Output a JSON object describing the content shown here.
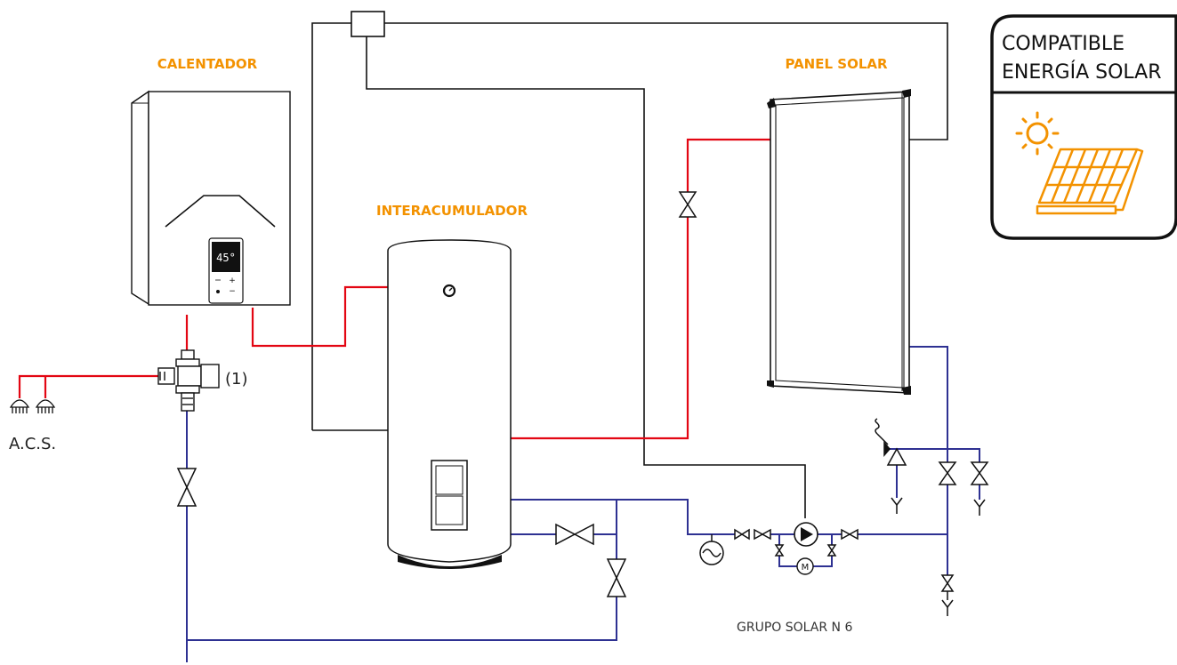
{
  "labels": {
    "calentador": "CALENTADOR",
    "interacumulador": "INTERACUMULADOR",
    "panel_solar": "PANEL SOLAR",
    "acs": "A.C.S.",
    "ref_1": "(1)",
    "grupo_solar": "GRUPO SOLAR N 6"
  },
  "badge": {
    "line1": "COMPATIBLE",
    "line2": "ENERGÍA SOLAR"
  },
  "display": {
    "temperature": "45°",
    "plus": "+",
    "minus": "−",
    "pump_motor": "M"
  },
  "colors": {
    "accent": "#f39200",
    "hot_pipe": "#e30613",
    "cold_pipe": "#2e3192",
    "line": "#111111"
  }
}
